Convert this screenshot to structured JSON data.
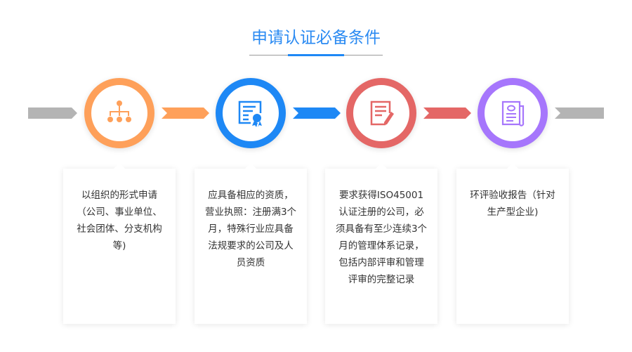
{
  "title": "申请认证必备条件",
  "colors": {
    "orange": "#fea05a",
    "blue": "#1e88f5",
    "red": "#e46766",
    "purple": "#a676fc",
    "gray": "#b4b4b4"
  },
  "steps": [
    {
      "icon": "org-chart-icon",
      "color": "#fea05a",
      "text": "以组织的形式申请（公司、事业单位、社会团体、分支机构等)"
    },
    {
      "icon": "certificate-icon",
      "color": "#1e88f5",
      "text": "应具备相应的资质，营业执照：注册满3个月，特殊行业应具备法规要求的公司及人员资质"
    },
    {
      "icon": "document-edit-icon",
      "color": "#e46766",
      "text": "要求获得ISO45001认证注册的公司，必须具备有至少连续3个月的管理体系记录，包括内部评审和管理评审的完整记录"
    },
    {
      "icon": "report-icon",
      "color": "#a676fc",
      "text": "环评验收报告（针对生产型企业)"
    }
  ]
}
